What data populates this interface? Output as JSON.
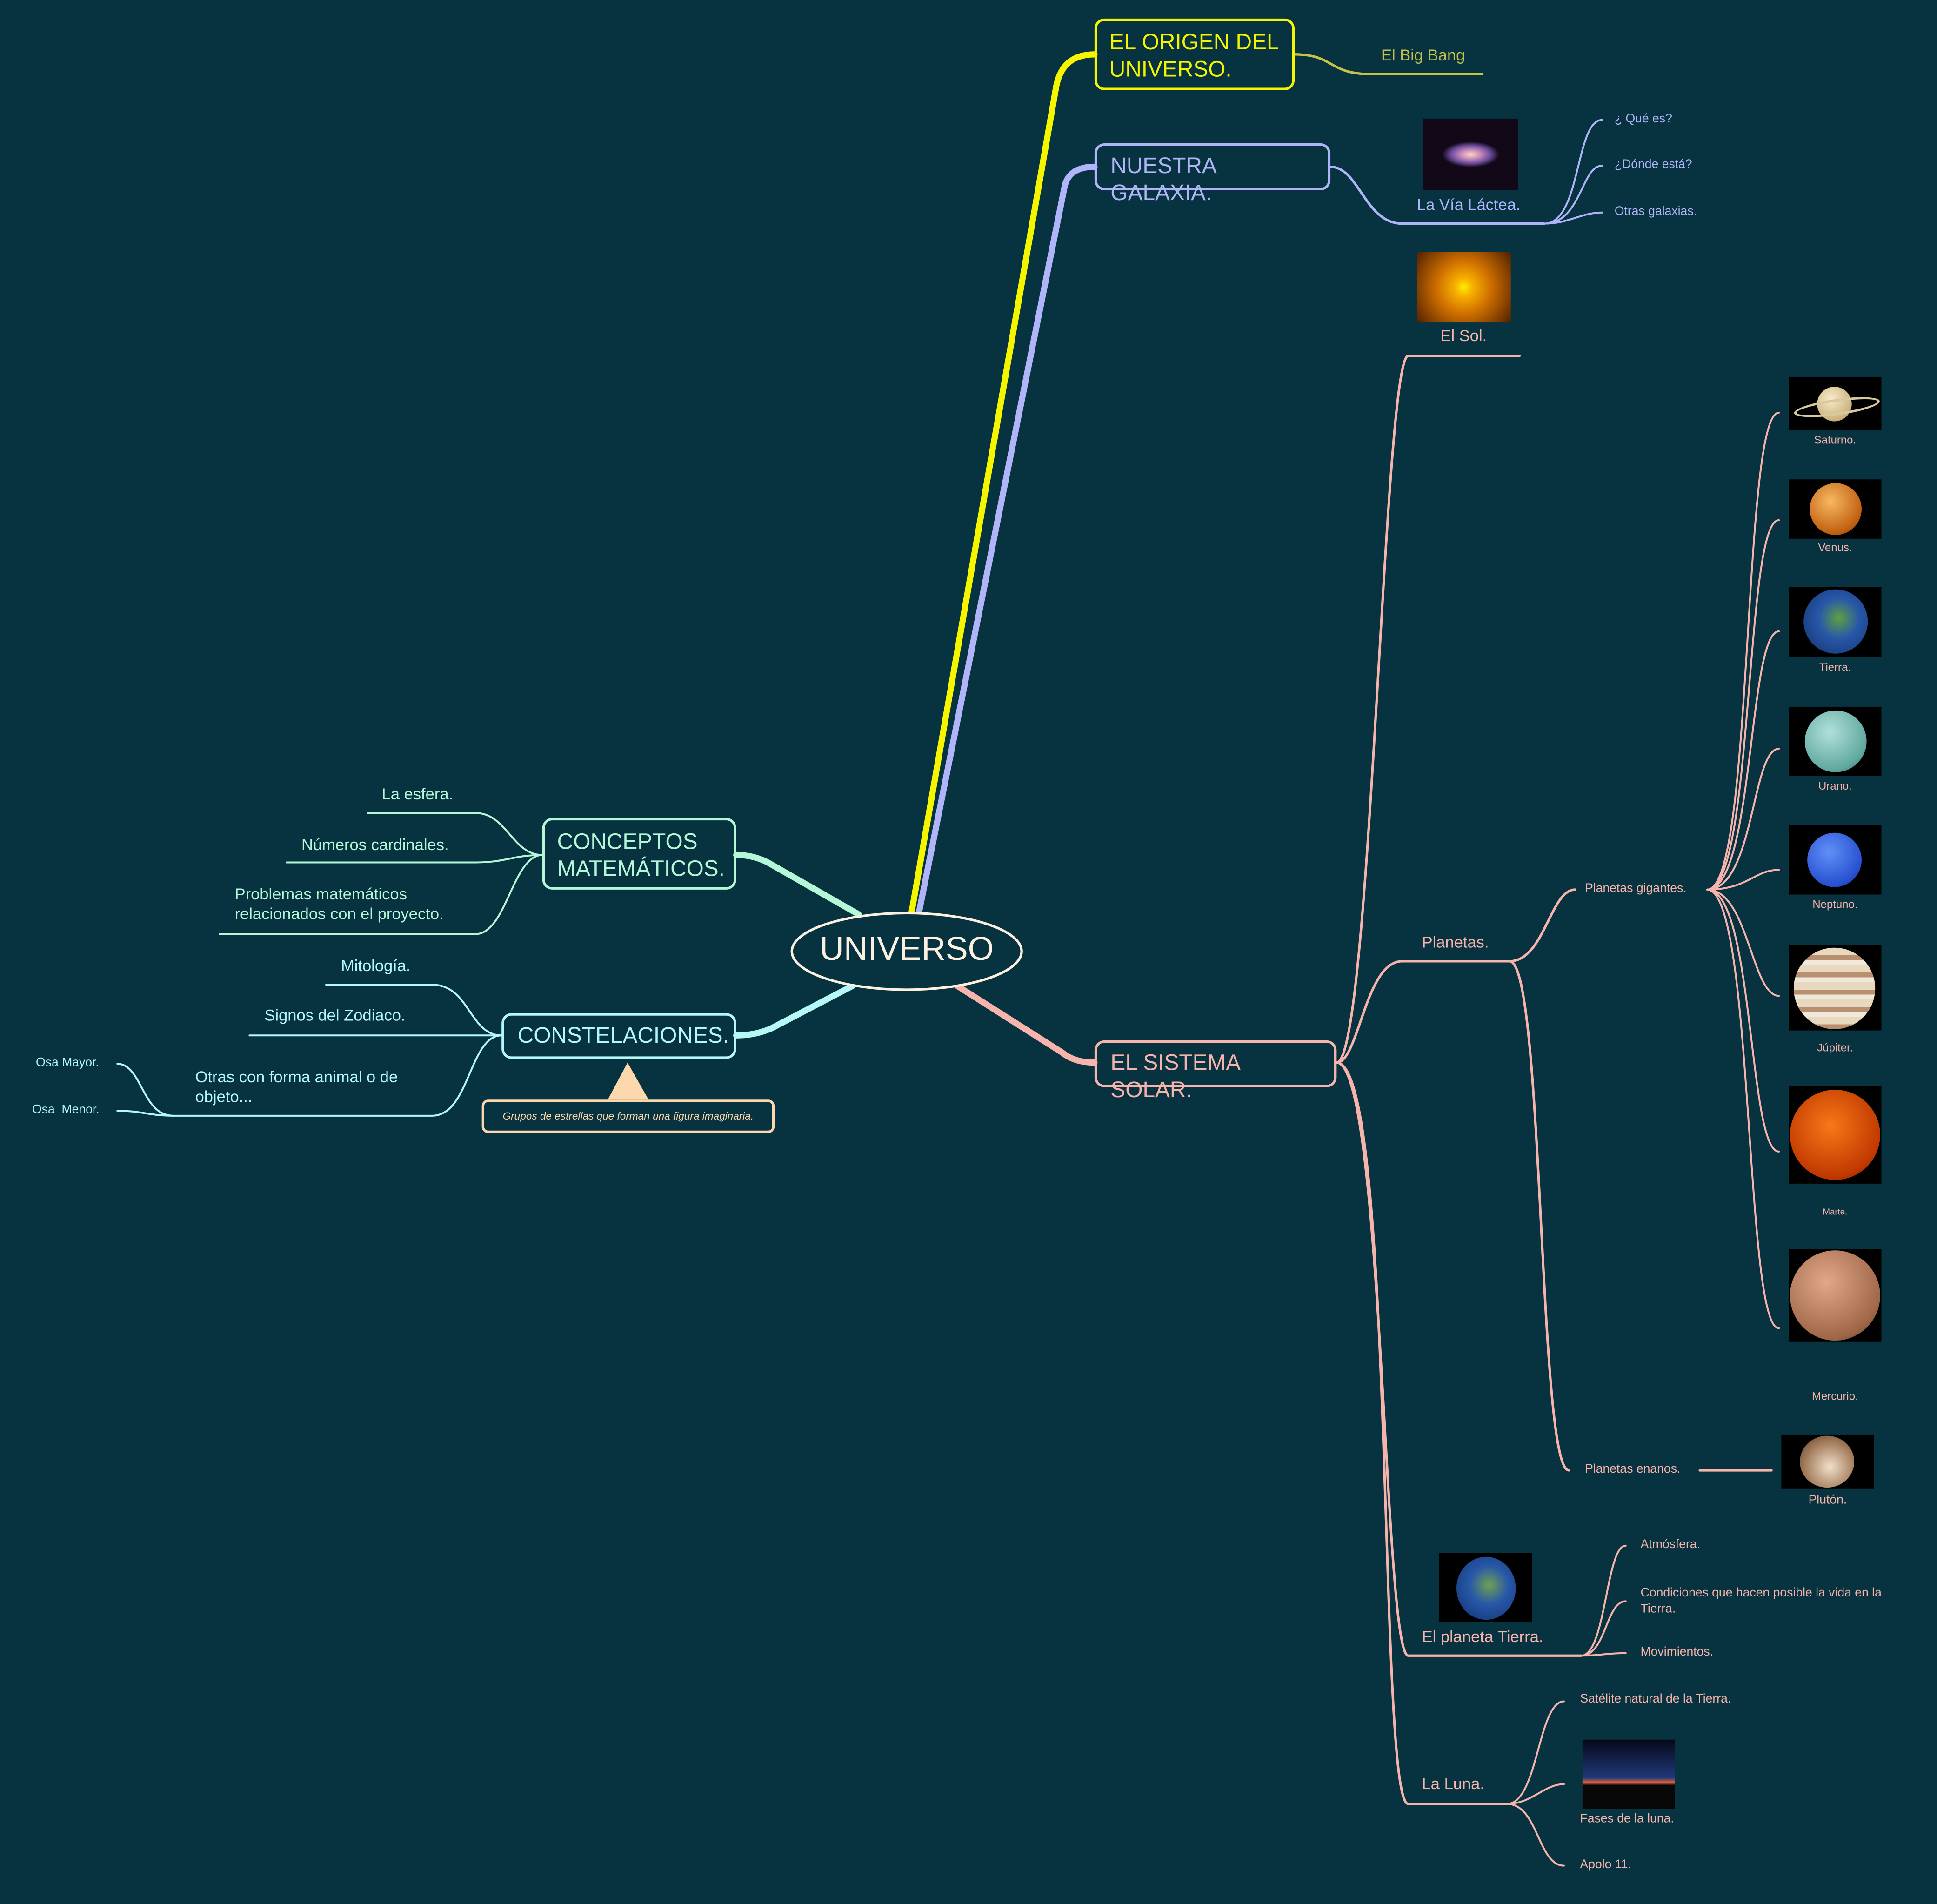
{
  "colors": {
    "background": "#073340",
    "origin": "#f5f500",
    "galaxy": "#b0b4f8",
    "solar": "#f7b4ac",
    "math": "#b4f8d8",
    "constellations": "#b4f8f8",
    "note": "#fcd8ac"
  },
  "center": {
    "label": "UNIVERSO"
  },
  "origin": {
    "label_line1": "EL ORIGEN DEL",
    "label_line2": "UNIVERSO.",
    "children": [
      "El Big Bang"
    ]
  },
  "galaxy": {
    "label": "NUESTRA GALAXIA.",
    "milky_way": {
      "label": "La Vía Láctea.",
      "image": "spiral-galaxy-image",
      "children": [
        "¿ Qué es?",
        "¿Dónde está?",
        "Otras galaxias."
      ]
    }
  },
  "solar": {
    "label": "EL SISTEMA SOLAR.",
    "sun": {
      "label": "El Sol.",
      "image": "sun-image"
    },
    "planets": {
      "label": "Planetas.",
      "giants": {
        "label": "Planetas gigantes.",
        "items": [
          "Saturno.",
          "Venus.",
          "Tierra.",
          "Urano.",
          "Neptuno.",
          "Júpiter.",
          "Marte.",
          "Mercurio."
        ]
      },
      "dwarfs": {
        "label": "Planetas enanos.",
        "items": [
          "Plutón."
        ]
      }
    },
    "earth": {
      "label": "El planeta Tierra.",
      "children": [
        "Atmósfera.",
        "Condiciones  que hacen posible la vida en la",
        "Tierra.",
        "Movimientos."
      ]
    },
    "moon": {
      "label": "La Luna.",
      "children": [
        "Satélite natural de la Tierra.",
        "Fases de la luna.",
        "Apolo 11."
      ]
    }
  },
  "math": {
    "label_line1": "CONCEPTOS",
    "label_line2": "MATEMÁTICOS.",
    "children": [
      "La esfera.",
      "Números cardinales.",
      "Problemas matemáticos",
      "relacionados con el proyecto."
    ]
  },
  "constellations": {
    "label": "CONSTELACIONES.",
    "children": [
      "Mitología.",
      "Signos del Zodiaco.",
      "Otras con forma animal o de",
      "objeto..."
    ],
    "sub": [
      "Osa Mayor.",
      "Osa  Menor."
    ],
    "note": "Grupos de estrellas que forman una figura imaginaria."
  }
}
